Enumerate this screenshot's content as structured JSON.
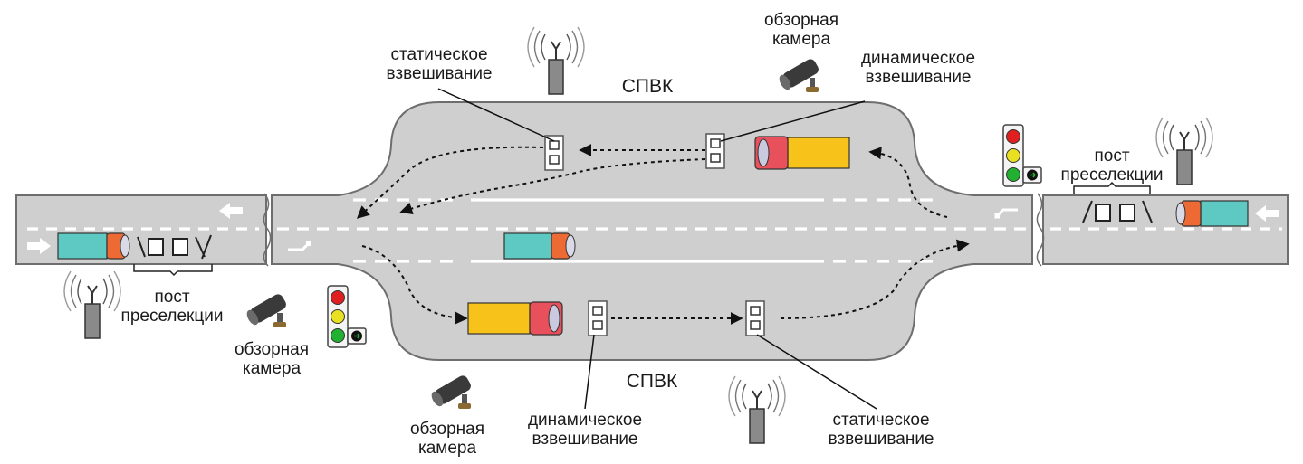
{
  "labels": {
    "spvk_top": "СПВК",
    "spvk_bottom": "СПВК",
    "static_weighing_top": "статическое\nвзвешивание",
    "dynamic_weighing_top": "динамическое\nвзвешивание",
    "overview_camera_top": "обзорная\nкамера",
    "preselection_post_right": "пост\nпреселекции",
    "preselection_post_left": "пост\nпреселекции",
    "overview_camera_left": "обзорная\nкамера",
    "overview_camera_bottom": "обзорная\nкамера",
    "dynamic_weighing_bottom": "динамическое\nвзвешивание",
    "static_weighing_bottom": "статическое\nвзвешивание"
  },
  "colors": {
    "road": "#cfcfcf",
    "road_edge": "#6e6e6e",
    "lane_marking": "#ffffff",
    "truck_yellow": "#f7c21a",
    "truck_red": "#e8505b",
    "truck_cyan": "#5ec8c3",
    "truck_orange": "#ee6a35",
    "light_red": "#e02020",
    "light_yellow": "#e8e020",
    "light_green": "#22b030"
  },
  "icons": [
    "antenna-icon",
    "camera-icon",
    "traffic-light-icon",
    "truck-icon",
    "weigh-sensor-icon",
    "arrow-icon"
  ]
}
